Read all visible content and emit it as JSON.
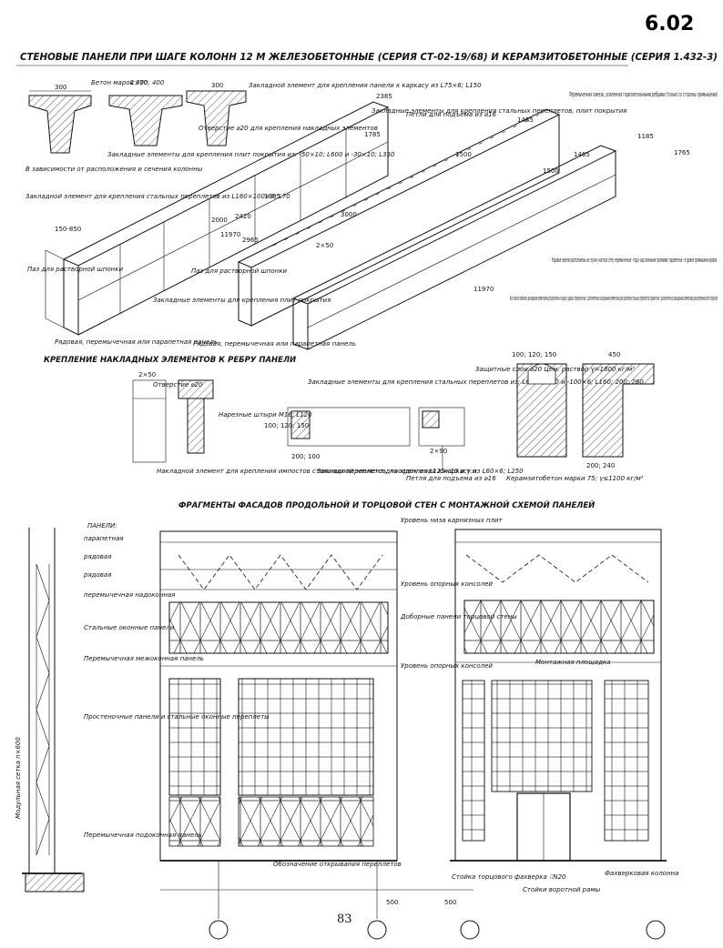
{
  "sheet_number": "6.02",
  "title": "СТЕНОВЫЕ ПАНЕЛИ ПРИ ШАГЕ КОЛОНН 12 М ЖЕЛЕЗОБЕТОННЫЕ (СЕРИЯ СТ-02-19/68) И КЕРАМЗИТОБЕТОННЫЕ (СЕРИЯ 1.432-3)",
  "page_number": "83",
  "panel_notes": {
    "concrete_grade": "Бетон марок 300; 400",
    "embedded_roof": "Закладные элементы для крепления плит покрытия из: -50×10; L600 и -30×10; L350",
    "depending": "В зависимости от расположения и сечения колонны",
    "embedded_frame": "Закладной элемент для крепления панели к каркасу из L75×6; L150",
    "hole": "Отверстие ⌀20 для крепления накладных элементов",
    "embedded_steel": "Закладной элемент для крепления стальных переплетов из L160×100×9; L70",
    "groove": "Паз для растворной шпонки",
    "roof_fix": "Закладные элементы для крепления плит покрытия",
    "row_label": "Рядовая, перемычечная или парапетная панель",
    "loops": "Петли для подъема из ⌀16",
    "embedded_sash": "Закладные элементы для крепления стальных переплетов, плит покрытия",
    "lintel_panel": "Перемычечная панель, усиленная горизонтальными ребрами (только со стороны примыкания)"
  },
  "general_notes": [
    "Рядовые панели расположены на глухих участках стен; перемычечные - под и над оконными проемами; парапетные - в уровне примыкания кровли.",
    "Все панели снабжены закладными элементами для крепления к каркасу здания; перемычечные - дополнительно закладными элементами для крепления стальных переплетов; парапетные - дополнительно закладными элементами для крепления плит покрытия"
  ],
  "fastening": {
    "heading": "КРЕПЛЕНИЕ НАКЛАДНЫХ ЭЛЕМЕНТОВ К РЕБРУ ПАНЕЛИ",
    "hole": "Отверстие ⌀20",
    "bolts": "Нарезные штыри M16; L120",
    "overlay": "Накладной элемент для крепления импостов стальных переплетов, насадок из L125×10 и т.п."
  },
  "details": {
    "embedded_steel": "Закладные элементы для крепления стальных переплетов из: L60×6; L50 и -100×6; L160; 200; 260",
    "embedded_frame": "Закладной элемент для крепления к каркасу из L60×6; L250",
    "loop": "Петля для подъема из ⌀16",
    "protective": "Защитные слои ⌀20 Цем. раствор γ=1800 кг/м³",
    "keramzit": "Керамзитобетон марки 75; γ≤1100 кг/м³"
  },
  "facade": {
    "heading": "ФРАГМЕНТЫ ФАСАДОВ ПРОДОЛЬНОЙ И ТОРЦОВОЙ СТЕН С МОНТАЖНОЙ СХЕМОЙ ПАНЕЛЕЙ",
    "panels_heading": "ПАНЕЛИ:",
    "panel_types": [
      "парапетная",
      "рядовая",
      "рядовая",
      "перемычечная надоконная",
      "Стальные оконные панели",
      "Перемычечная межоконная панель",
      "Простеночные панели и стальные оконные переплеты",
      "Перемычечная подоконная панель"
    ],
    "modular_grid": "Модульная сетка n×600",
    "levels": [
      "Уровень низа карнизных плит",
      "Уровень опорных консолей",
      "Доборные панели торцовой стены",
      "Уровень опорных консолей"
    ],
    "platform": "Монтажная площадка",
    "opening_sign": "Обозначение открывания переплетов",
    "end_post": "Стойка торцового фахверка ⌷N20",
    "gate_post": "Стойки воротной рамы",
    "fachwerk": "Фахверковая колонна"
  },
  "dims": {
    "d300": "300",
    "d2x70": "2×70",
    "d300b": "300",
    "d1985": "1985",
    "d2000": "2000",
    "d3000": "3000",
    "d2420": "2420",
    "d2965": "2965",
    "d11970": "11970",
    "d11970b": "11970",
    "d1500": "1500",
    "d1485": "1485",
    "d1500b": "1500",
    "d1465": "1465",
    "d1185": "1185",
    "d1765": "1765",
    "d2385": "2385",
    "d1785": "1785",
    "d150_850": "150-850",
    "d2x50": "2×50",
    "d200_240": "200; 240",
    "d450": "450",
    "d100_120_150": "100; 120; 150",
    "d2x90": "2×90",
    "d500": "500",
    "d500b": "500",
    "d200_100": "200; 100"
  }
}
